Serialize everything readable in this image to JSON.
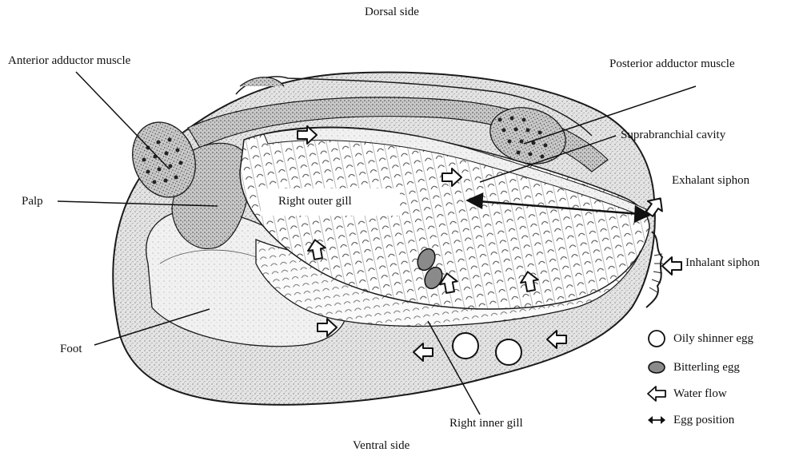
{
  "orientation": {
    "top": "Dorsal side",
    "bottom": "Ventral side"
  },
  "labels": {
    "anterior_adductor": "Anterior adductor muscle",
    "posterior_adductor": "Posterior adductor muscle",
    "suprabranchial": "Suprabranchial cavity",
    "exhalant": "Exhalant siphon",
    "inhalant": "Inhalant siphon",
    "palp": "Palp",
    "outer_gill": "Right outer gill",
    "inner_gill": "Right inner gill",
    "foot": "Foot"
  },
  "legend": {
    "oily_shinner": "Oily shinner egg",
    "bitterling": "Bitterling egg",
    "water_flow": "Water flow",
    "egg_position": "Egg position"
  },
  "colors": {
    "bitterling_egg": "#8a8a8a",
    "outline": "#1a1a1a",
    "shell_fill": "#e9e9e9"
  }
}
